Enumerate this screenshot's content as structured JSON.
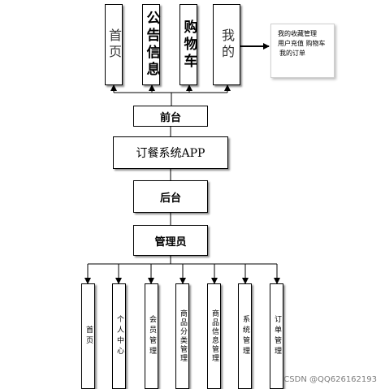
{
  "diagram": {
    "frontend_tabs": [
      {
        "label": "首页"
      },
      {
        "label": "公告信息"
      },
      {
        "label": "购物车"
      },
      {
        "label": "我的"
      }
    ],
    "note_lines": [
      "我的收藏管理",
      "用户充值  购物车",
      "我的订单"
    ],
    "frontend": "前台",
    "app": "订餐系统APP",
    "backend": "后台",
    "admin": "管理员",
    "admin_functions": [
      {
        "label": "首页"
      },
      {
        "label": "个人中心"
      },
      {
        "label": "会员管理"
      },
      {
        "label": "商品分类管理"
      },
      {
        "label": "商品信息管理"
      },
      {
        "label": "系统管理"
      },
      {
        "label": "订单管理"
      }
    ]
  },
  "watermark": "CSDN @QQ626162193"
}
